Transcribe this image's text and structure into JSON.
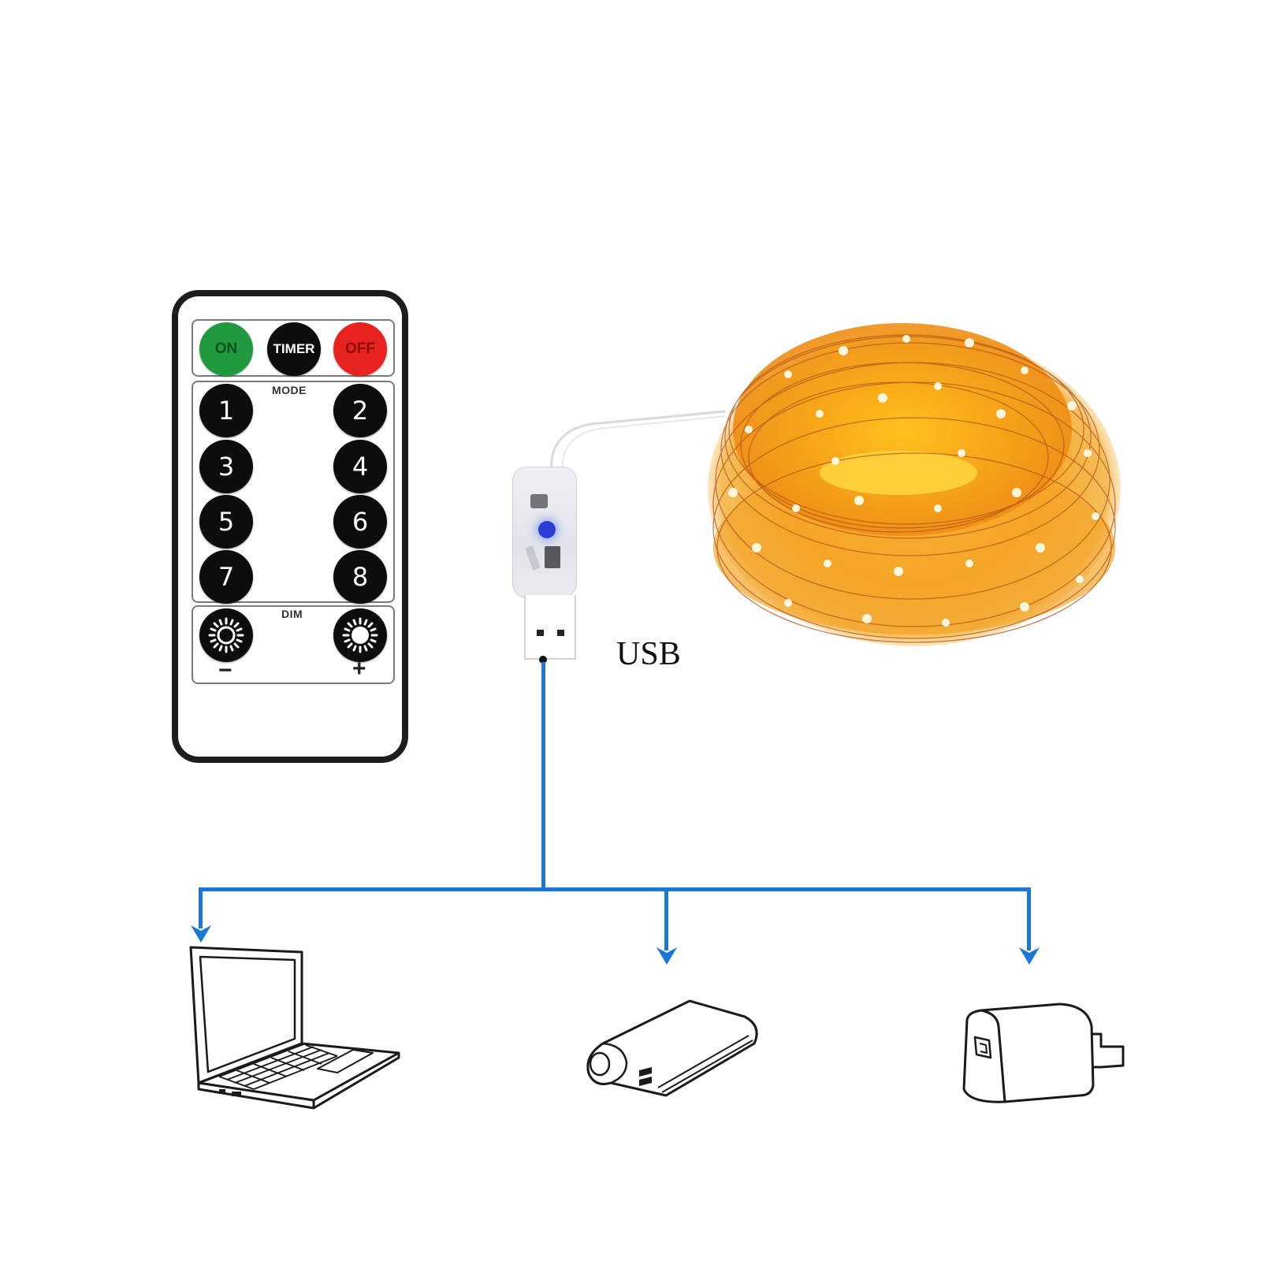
{
  "diagram": {
    "remote": {
      "power_row": [
        {
          "label": "ON",
          "color": "#1f9a3f"
        },
        {
          "label": "TIMER",
          "color": "#0d0d0d"
        },
        {
          "label": "OFF",
          "color": "#e8221e"
        }
      ],
      "mode_label": "MODE",
      "mode_buttons": [
        "1",
        "2",
        "3",
        "4",
        "5",
        "6",
        "7",
        "8"
      ],
      "dim_label": "DIM",
      "dim_minus": "−",
      "dim_plus": "+"
    },
    "controller": {
      "label": "USB",
      "led_color": "#2a3fd6"
    },
    "lights": {
      "description": "copper wire fairy string lights coil",
      "glow_color": "#f7a21b"
    },
    "connector_color": "#1a78d8",
    "power_sources": [
      {
        "name": "laptop"
      },
      {
        "name": "power-bank"
      },
      {
        "name": "wall-charger"
      }
    ]
  }
}
